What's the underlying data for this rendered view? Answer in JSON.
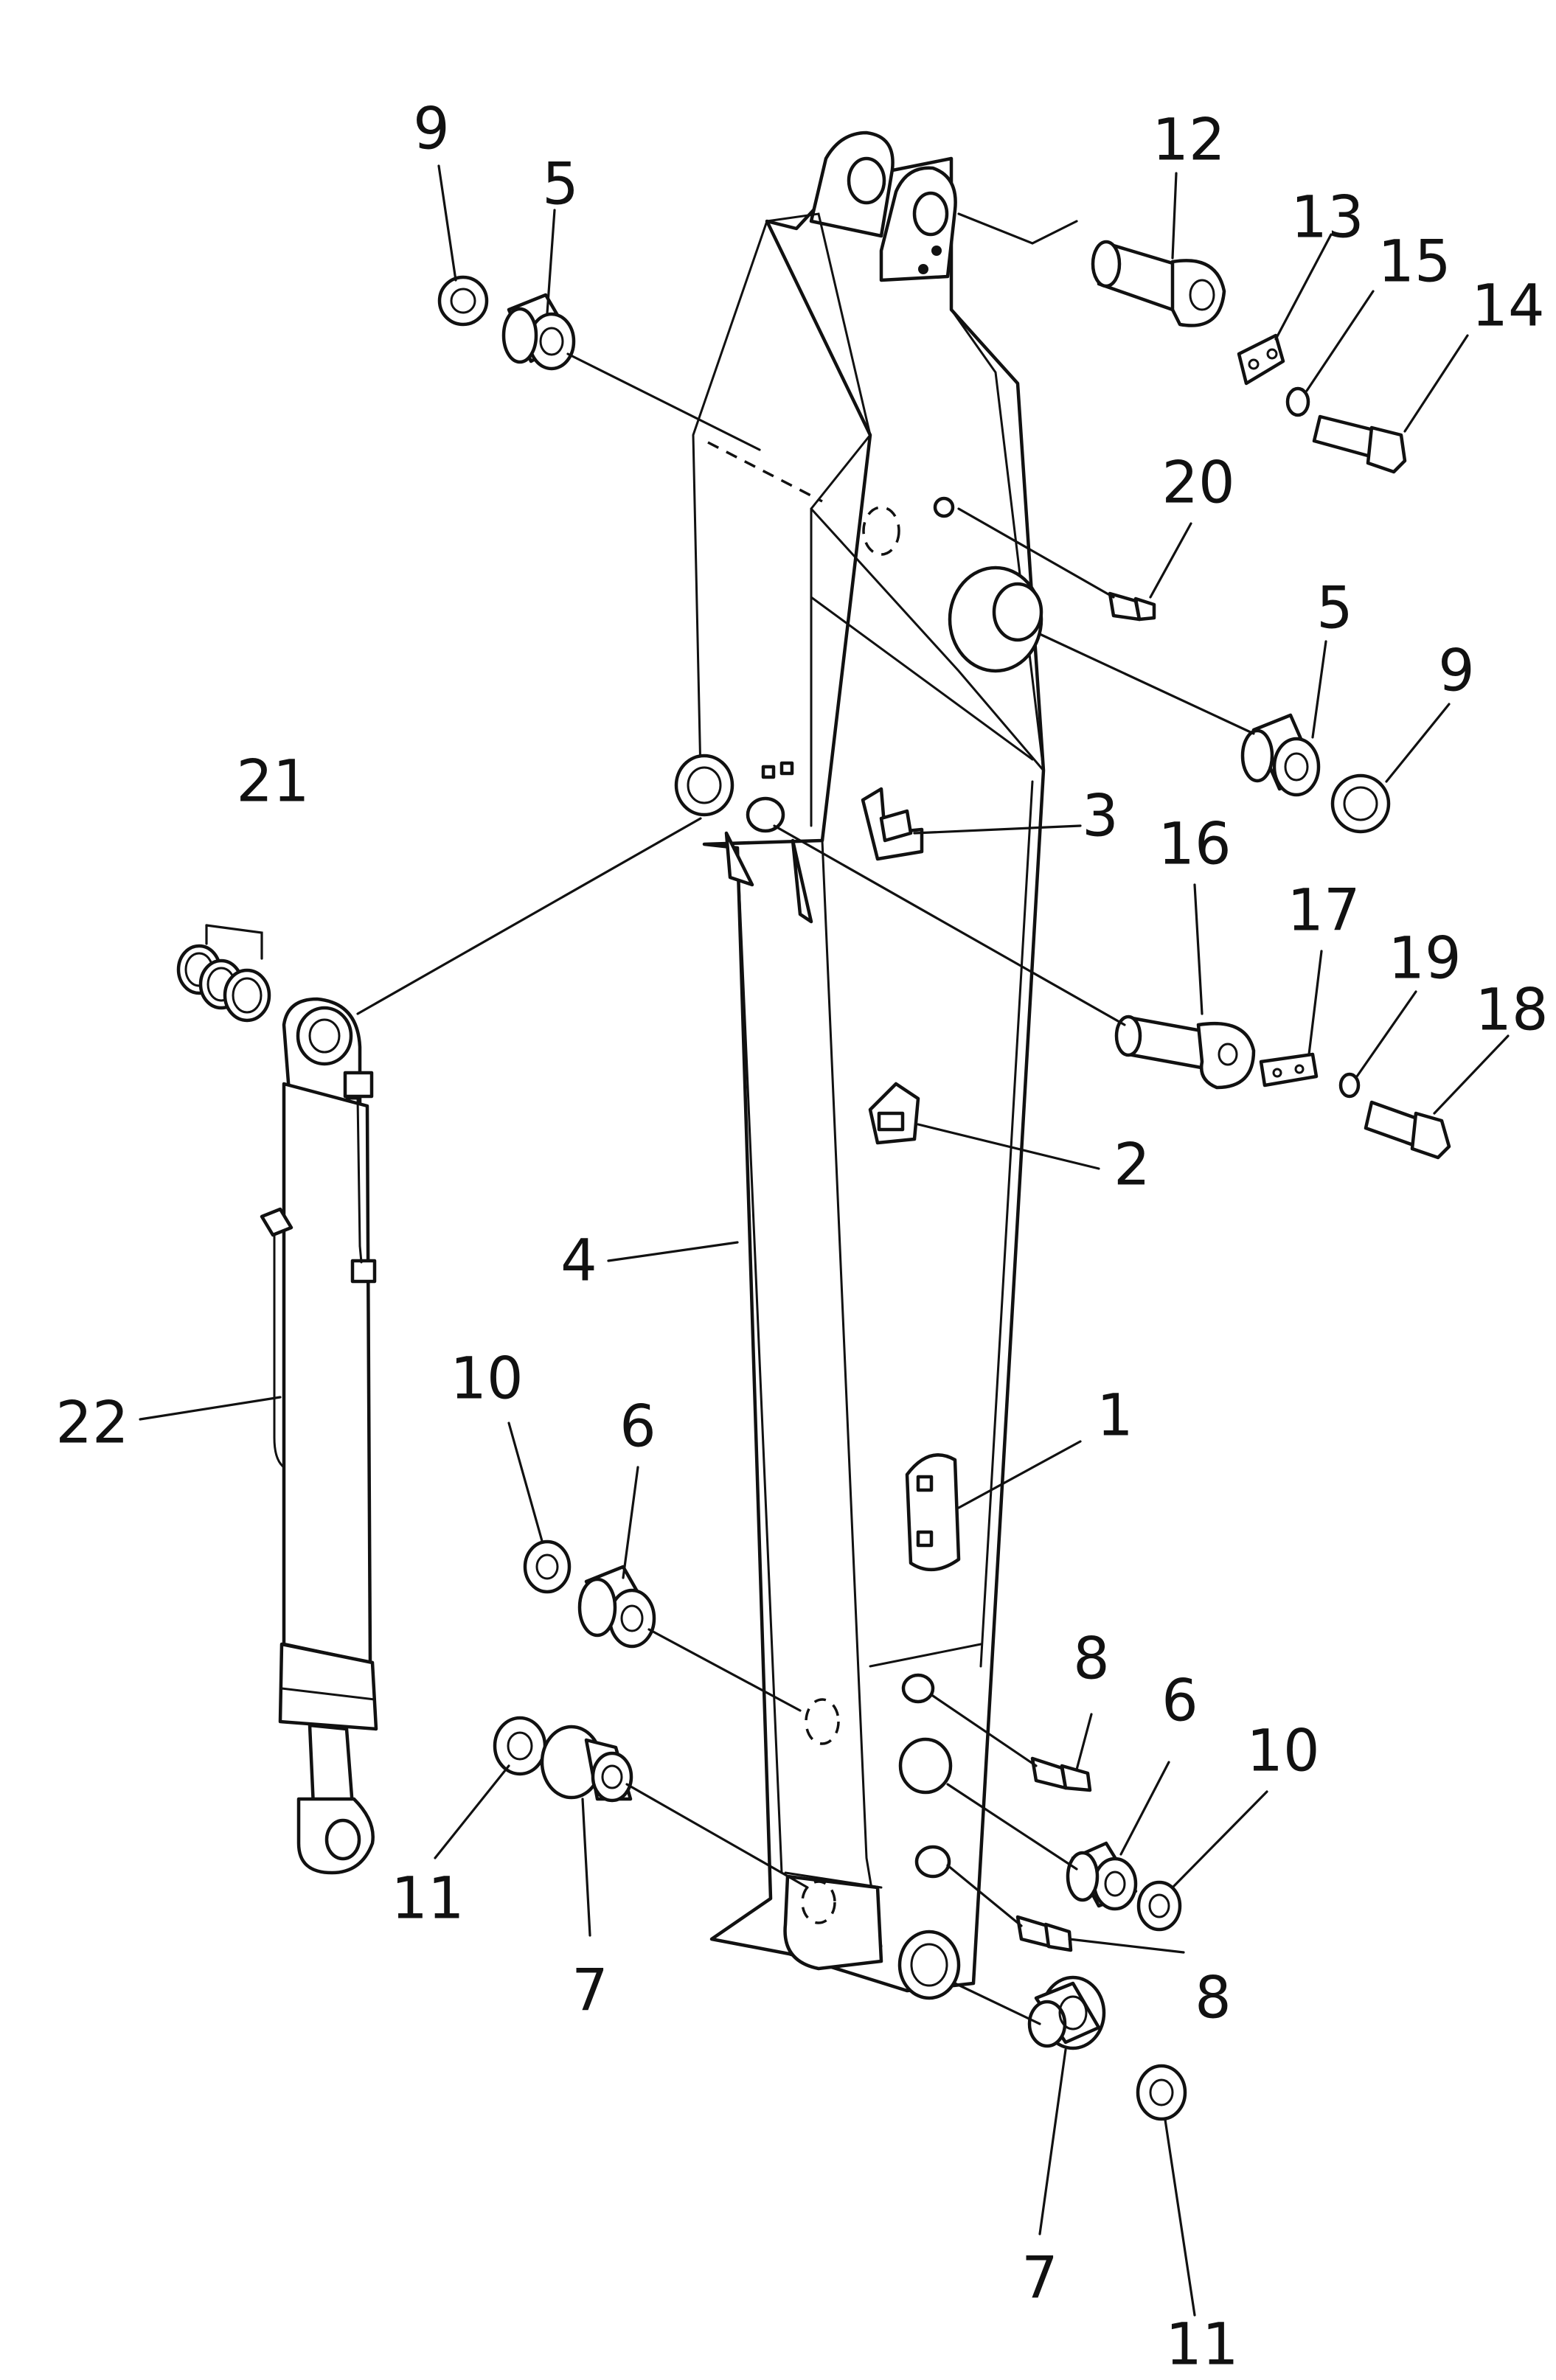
{
  "diagram": {
    "type": "exploded parts diagram",
    "callouts": [
      {
        "id": "c1",
        "label": "1"
      },
      {
        "id": "c2",
        "label": "2"
      },
      {
        "id": "c3",
        "label": "3"
      },
      {
        "id": "c4",
        "label": "4"
      },
      {
        "id": "c5a",
        "label": "5"
      },
      {
        "id": "c5b",
        "label": "5"
      },
      {
        "id": "c6a",
        "label": "6"
      },
      {
        "id": "c6b",
        "label": "6"
      },
      {
        "id": "c7a",
        "label": "7"
      },
      {
        "id": "c7b",
        "label": "7"
      },
      {
        "id": "c8a",
        "label": "8"
      },
      {
        "id": "c8b",
        "label": "8"
      },
      {
        "id": "c9a",
        "label": "9"
      },
      {
        "id": "c9b",
        "label": "9"
      },
      {
        "id": "c10a",
        "label": "10"
      },
      {
        "id": "c10b",
        "label": "10"
      },
      {
        "id": "c11a",
        "label": "11"
      },
      {
        "id": "c11b",
        "label": "11"
      },
      {
        "id": "c12",
        "label": "12"
      },
      {
        "id": "c13",
        "label": "13"
      },
      {
        "id": "c14",
        "label": "14"
      },
      {
        "id": "c15",
        "label": "15"
      },
      {
        "id": "c16",
        "label": "16"
      },
      {
        "id": "c17",
        "label": "17"
      },
      {
        "id": "c18",
        "label": "18"
      },
      {
        "id": "c19",
        "label": "19"
      },
      {
        "id": "c20",
        "label": "20"
      },
      {
        "id": "c21",
        "label": "21"
      },
      {
        "id": "c22",
        "label": "22"
      }
    ]
  }
}
